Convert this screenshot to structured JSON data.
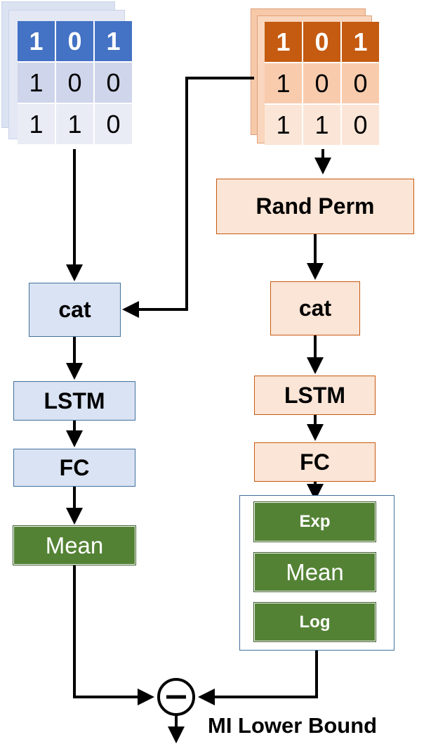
{
  "left_matrix": {
    "rows": [
      [
        "1",
        "0",
        "1"
      ],
      [
        "1",
        "0",
        "0"
      ],
      [
        "1",
        "1",
        "0"
      ]
    ],
    "header_color": "#4472c4",
    "row2_color": "#cfd5ea",
    "row3_color": "#e9ebf5"
  },
  "right_matrix": {
    "rows": [
      [
        "1",
        "0",
        "1"
      ],
      [
        "1",
        "0",
        "0"
      ],
      [
        "1",
        "1",
        "0"
      ]
    ],
    "header_color": "#c55a11",
    "row2_color": "#f8cbad",
    "row3_color": "#fbe5d6"
  },
  "left_branch": {
    "cat": "cat",
    "lstm": "LSTM",
    "fc": "FC",
    "mean": "Mean"
  },
  "right_branch": {
    "rand_perm": "Rand Perm",
    "cat": "cat",
    "lstm": "LSTM",
    "fc": "FC",
    "exp": "Exp",
    "mean": "Mean",
    "log": "Log"
  },
  "output": {
    "operator": "−",
    "label": "MI Lower Bound"
  },
  "colors": {
    "blue_fill": "#dae3f3",
    "orange_fill": "#fbe5d6",
    "green_fill": "#548235"
  }
}
